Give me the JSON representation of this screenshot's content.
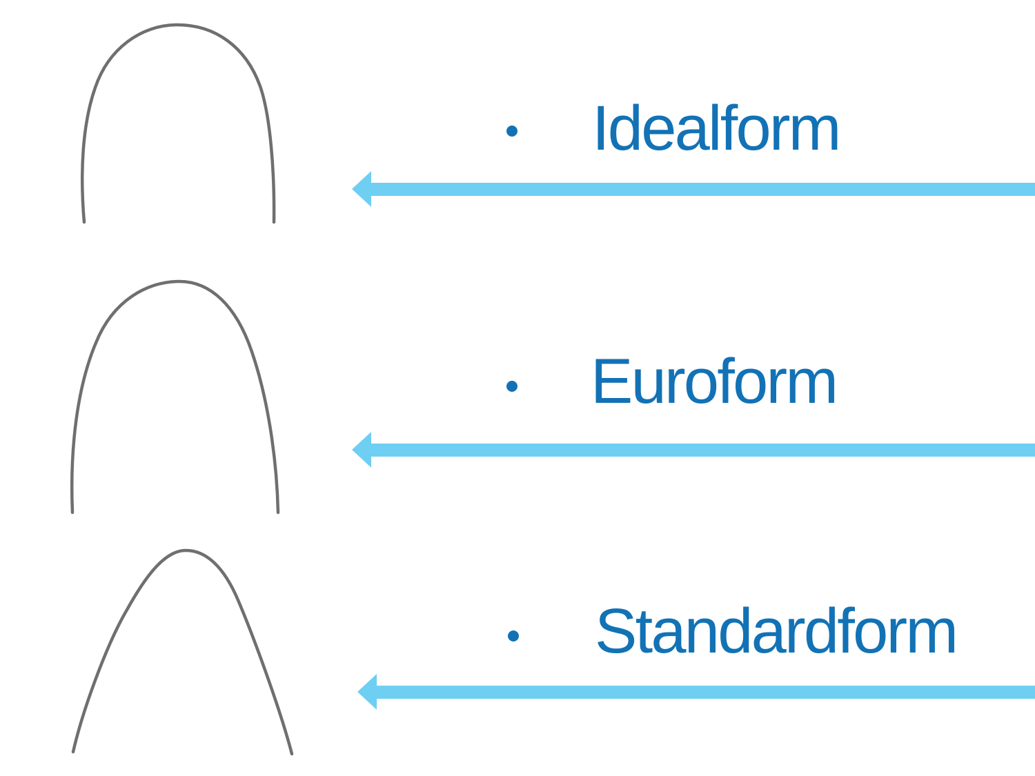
{
  "slide": {
    "background_color": "#ffffff",
    "label_color": "#1272b5",
    "arrow_color": "#6ecff2",
    "wire_color": "#6f6f6f",
    "items": [
      {
        "id": "idealform",
        "label": "Idealform"
      },
      {
        "id": "euroform",
        "label": "Euroform"
      },
      {
        "id": "standardform",
        "label": "Standardform"
      }
    ]
  }
}
